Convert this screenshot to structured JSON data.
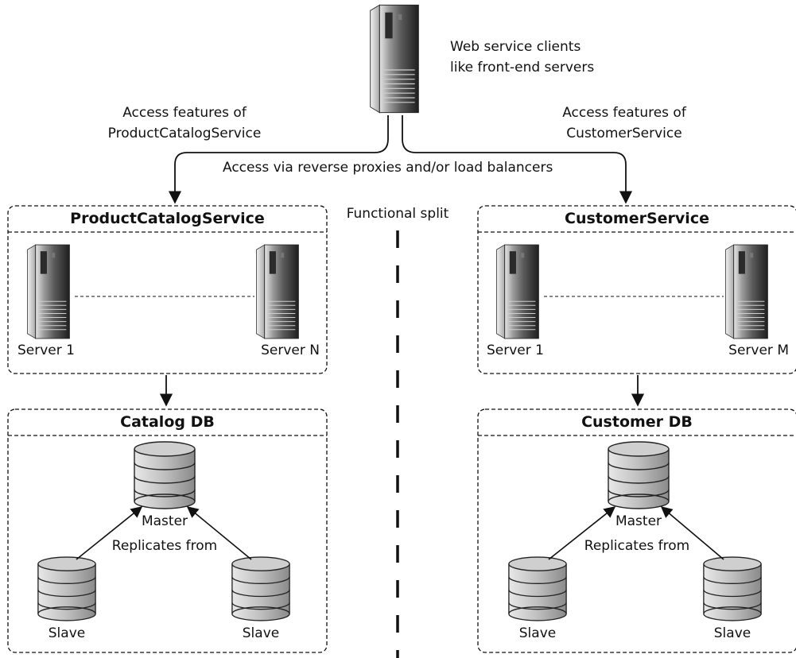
{
  "clients": {
    "label_line1": "Web service clients",
    "label_line2": "like front-end servers"
  },
  "links": {
    "left_access_line1": "Access features of",
    "left_access_line2": "ProductCatalogService",
    "right_access_line1": "Access features of",
    "right_access_line2": "CustomerService",
    "proxy_note": "Access via reverse proxies and/or load balancers"
  },
  "split_label": "Functional split",
  "left_service": {
    "title": "ProductCatalogService",
    "server_first": "Server 1",
    "server_last": "Server N",
    "db_title": "Catalog DB",
    "master_label": "Master",
    "replicates_label": "Replicates from",
    "slave_left_label": "Slave",
    "slave_right_label": "Slave"
  },
  "right_service": {
    "title": "CustomerService",
    "server_first": "Server 1",
    "server_last": "Server M",
    "db_title": "Customer DB",
    "master_label": "Master",
    "replicates_label": "Replicates from",
    "slave_left_label": "Slave",
    "slave_right_label": "Slave"
  },
  "icons": {
    "server": "server-tower-icon",
    "database": "database-cylinder-icon"
  },
  "colors": {
    "line": "#111111",
    "server_dark": "#2a2a2a",
    "server_light": "#bdbdbd",
    "db_fill": "#b8b8b8"
  }
}
